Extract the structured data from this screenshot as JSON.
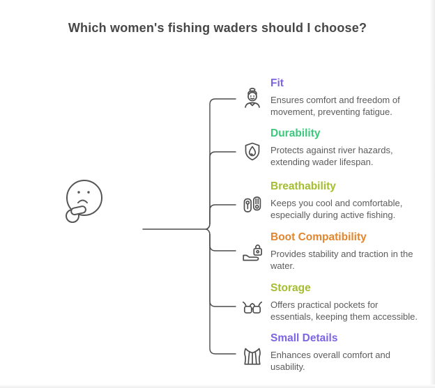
{
  "page": {
    "title": "Which women's fishing waders should I choose?"
  },
  "colors": {
    "purple": "#7D64E5",
    "green": "#3BC77C",
    "olive": "#A4BD31",
    "orange": "#E1862F",
    "line": "#4a4a4a",
    "body_text": "#5b5b5b",
    "title_text": "#474747"
  },
  "figure": {
    "name": "thinking-face"
  },
  "items": [
    {
      "title": "Fit",
      "color": "#7D64E5",
      "icon": "person-icon",
      "description_lines": [
        "Ensures comfort and freedom of",
        "movement, preventing fatigue."
      ]
    },
    {
      "title": "Durability",
      "color": "#3BC77C",
      "icon": "shield-droplet-icon",
      "description_lines": [
        "Protects against river hazards,",
        "extending wader lifespan."
      ]
    },
    {
      "title": "Breathability",
      "color": "#A4BD31",
      "icon": "fins-icon",
      "description_lines": [
        "Keeps you cool and comfortable,",
        "especially during active fishing."
      ]
    },
    {
      "title": "Boot Compatibility",
      "color": "#E1862F",
      "icon": "boot-lock-icon",
      "description_lines": [
        "Provides stability and traction in the",
        "water."
      ]
    },
    {
      "title": "Storage",
      "color": "#A4BD31",
      "icon": "pouches-icon",
      "description_lines": [
        "Offers practical pockets for",
        "essentials, keeping them accessible."
      ]
    },
    {
      "title": "Small Details",
      "color": "#7D64E5",
      "icon": "corset-icon",
      "description_lines": [
        "Enhances overall comfort and",
        "usability."
      ]
    }
  ]
}
